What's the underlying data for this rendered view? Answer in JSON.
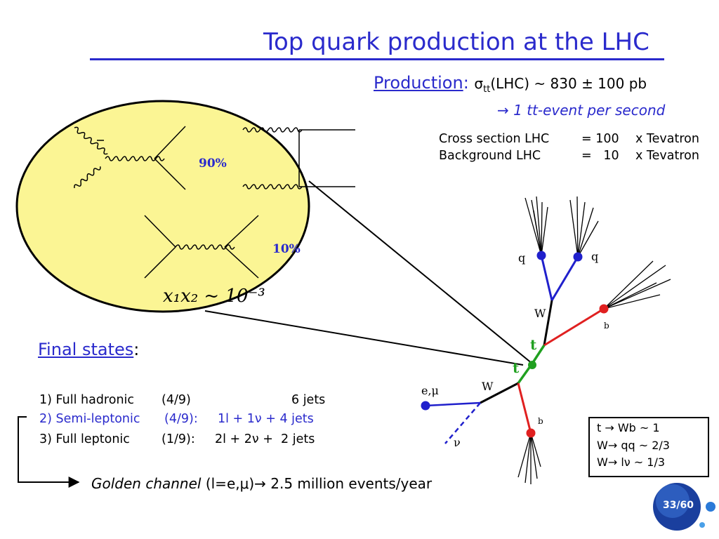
{
  "title": "Top quark production at the LHC",
  "production": {
    "label": "Production",
    "colon": ":",
    "sigma": "σ",
    "sub": "tt",
    "value": "(LHC) ~ 830 ± 100 pb",
    "rate": "→ 1 tt-event per second"
  },
  "comparison": [
    {
      "label": "Cross section LHC",
      "eq": "= 100",
      "ref": "x Tevatron"
    },
    {
      "label": "Background LHC",
      "eq": "=   10",
      "ref": "x Tevatron"
    }
  ],
  "diagram": {
    "gg_fraction": "90%",
    "qq_fraction": "10%",
    "x_label": "x₁x₂ ~ 10⁻³",
    "ellipse_color": "#fbf594"
  },
  "event_labels": {
    "q1": "q",
    "q2": "q",
    "w1": "W",
    "b1": "b",
    "t1": "t",
    "t2": "t",
    "w2": "W",
    "lep": "e,μ",
    "nu": "ν",
    "b2": "b"
  },
  "final_states": {
    "label": "Final states",
    "colon": ":",
    "items": [
      {
        "name": "1) Full hadronic",
        "frac": "(4/9)",
        "desc": "6 jets"
      },
      {
        "name": "2) Semi-leptonic",
        "frac": "(4/9):",
        "desc": "1l + 1ν + 4 jets"
      },
      {
        "name": "3) Full leptonic",
        "frac": "(1/9):",
        "desc": "2l + 2ν +  2 jets"
      }
    ]
  },
  "golden": {
    "name": "Golden channel",
    "detail": " (l=e,μ)→ 2.5 million events/year"
  },
  "ratios": [
    "t → Wb  ~ 1",
    "W→ qq  ~ 2/3",
    "W→ lν   ~ 1/3"
  ],
  "page": "33/60",
  "colors": {
    "accent": "#2a2acc",
    "red": "#e02020",
    "green": "#20a020",
    "blue": "#2020cc"
  }
}
